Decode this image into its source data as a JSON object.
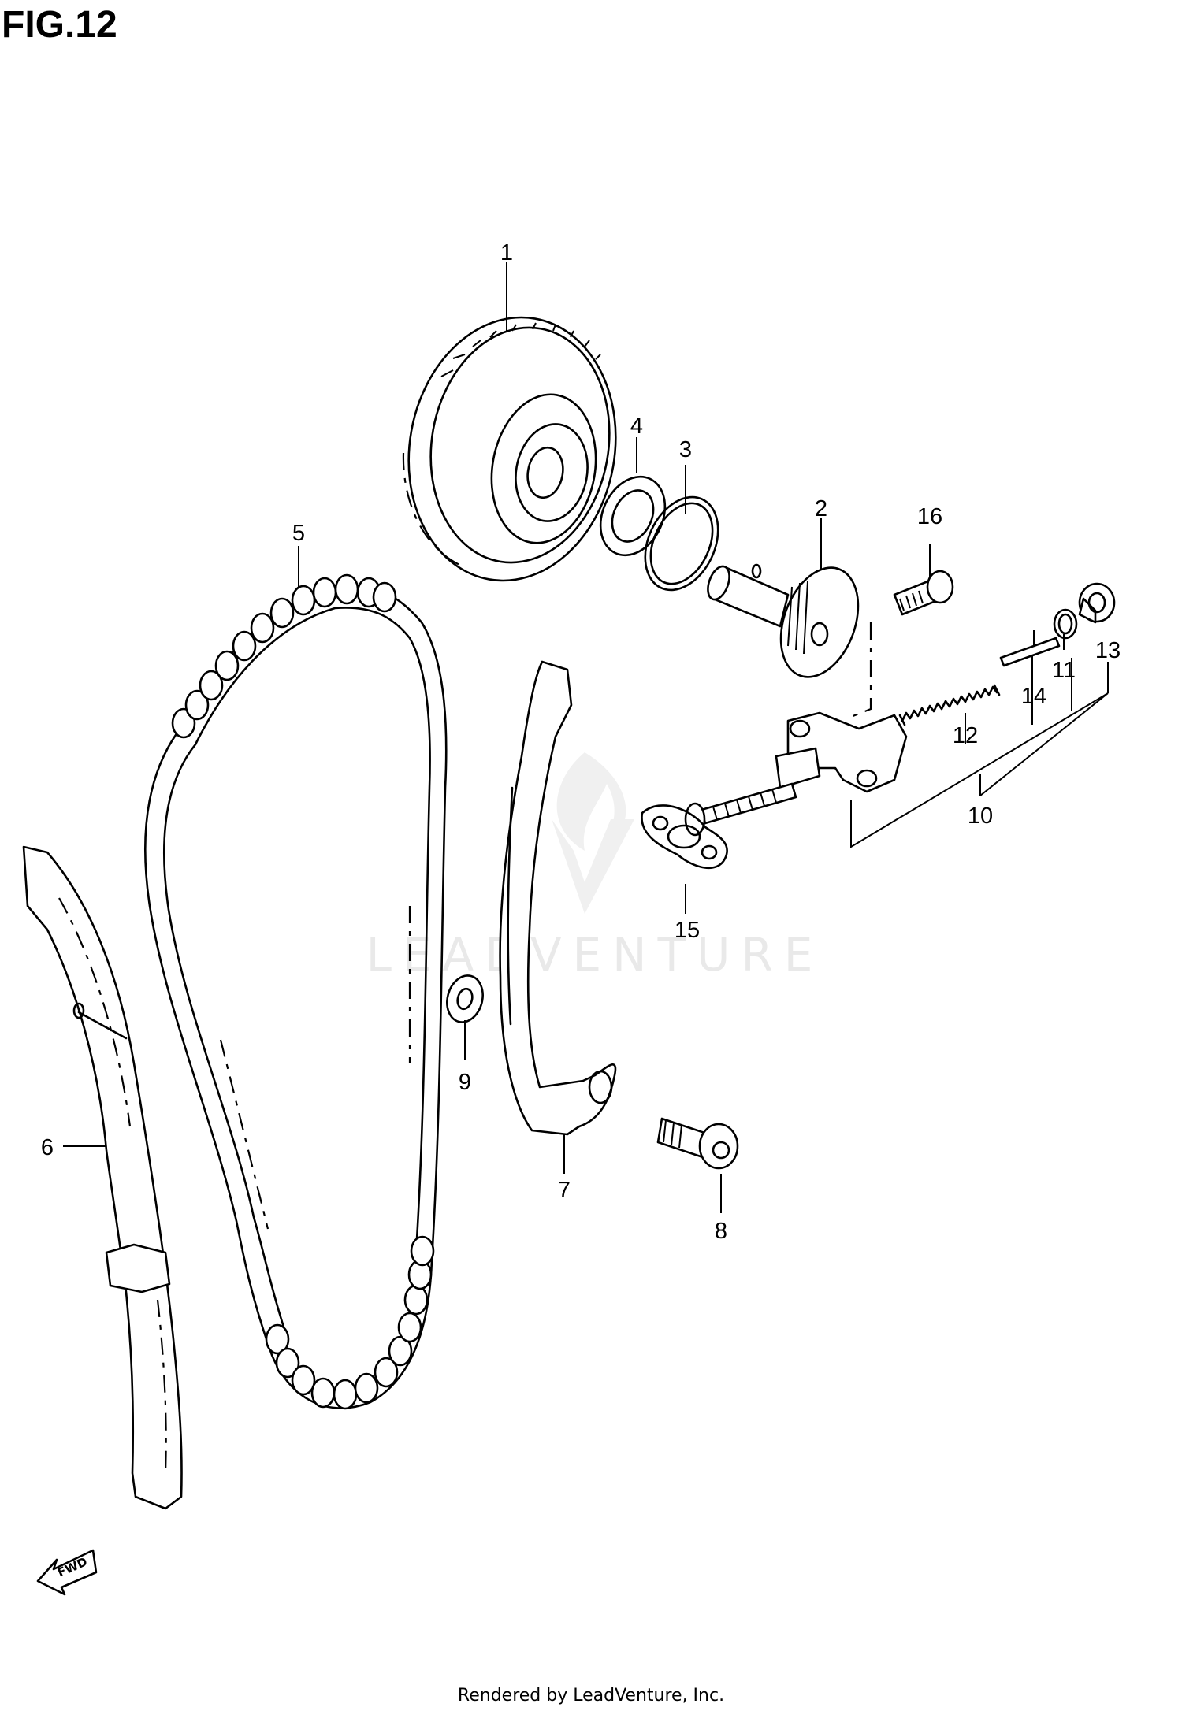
{
  "figure_title": "FIG.12",
  "footer_text": "Rendered by LeadVenture, Inc.",
  "watermark_text": "LEADVENTURE",
  "fwd_label": "FWD",
  "callouts": [
    "1",
    "2",
    "3",
    "4",
    "5",
    "6",
    "7",
    "8",
    "9",
    "10",
    "11",
    "12",
    "13",
    "14",
    "15",
    "16"
  ],
  "colors": {
    "line": "#000000",
    "background": "#ffffff",
    "watermark": "#e9e9e9"
  }
}
